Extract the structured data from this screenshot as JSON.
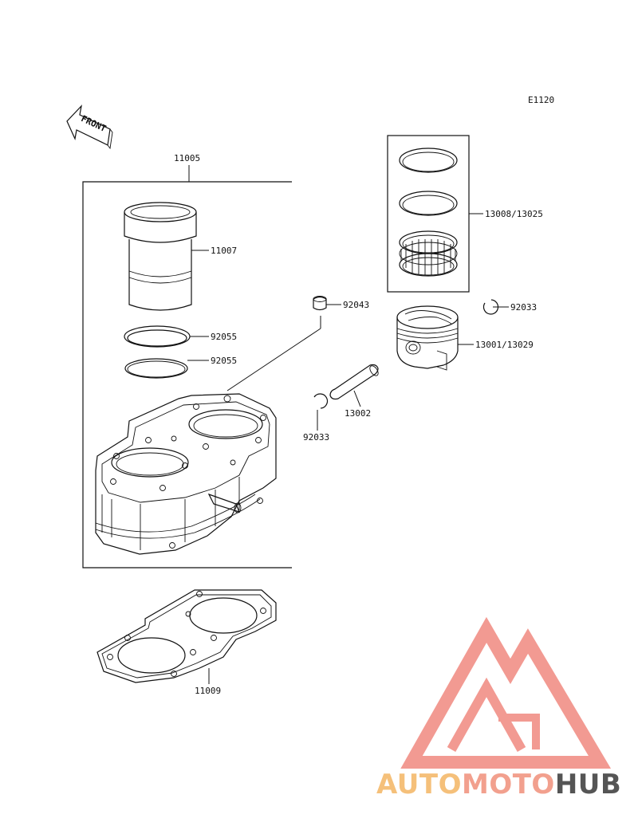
{
  "diagram_code": "E1120",
  "front_label": "FRONT",
  "parts": {
    "cylinder_assembly": "11005",
    "cylinder_liner": "11007",
    "o_ring_upper": "92055",
    "o_ring_lower": "92055",
    "dowel_pin": "92043",
    "piston_ring_set": "13008/13025",
    "circlip_right": "92033",
    "piston": "13001/13029",
    "piston_pin": "13002",
    "circlip_left": "92033",
    "base_gasket": "11009"
  },
  "watermark": {
    "part1": "AUTO",
    "part2": "MOTO",
    "part3": "HUB",
    "color_light": "#f5c07a",
    "color_mid": "#f2a08e",
    "color_dark": "#555555",
    "logo_color": "#f29a92"
  }
}
